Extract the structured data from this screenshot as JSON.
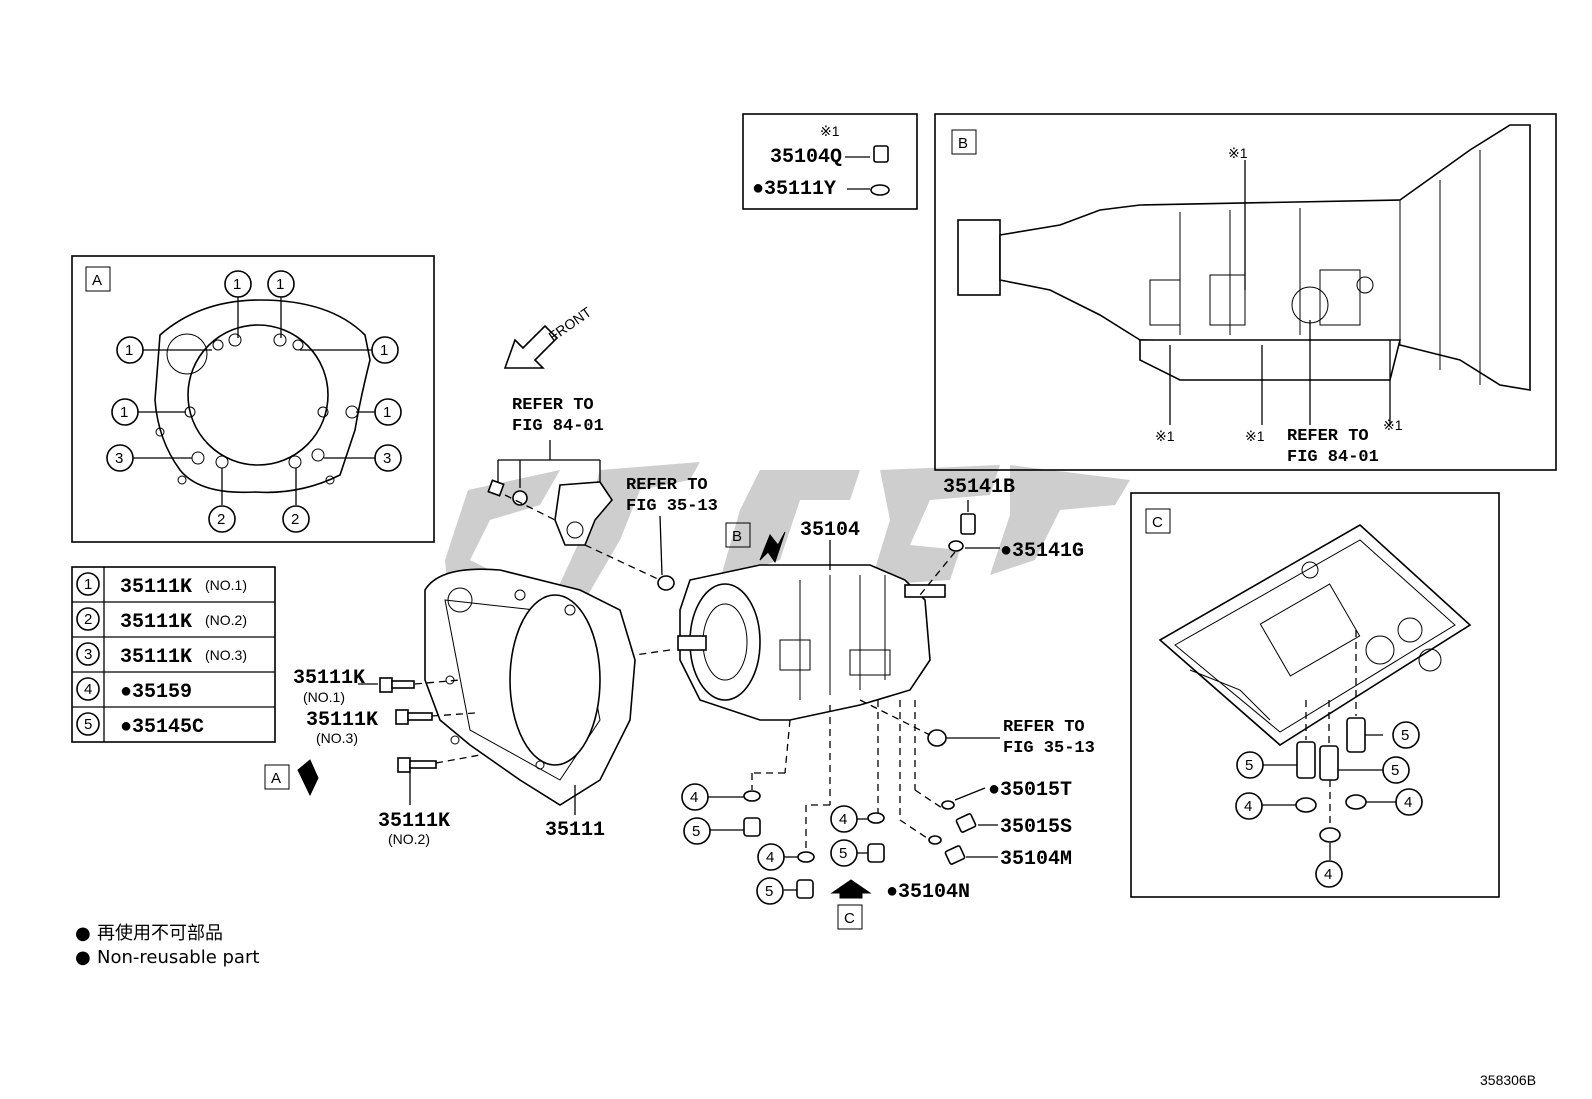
{
  "diagram_code": "358306B",
  "front_label": "FRONT",
  "legend": {
    "symbol": "●",
    "japanese": "再使用不可部品",
    "english": "Non-reusable part"
  },
  "table": {
    "rows": [
      {
        "num": "1",
        "part": "35111K",
        "note": "(NO.1)"
      },
      {
        "num": "2",
        "part": "35111K",
        "note": "(NO.2)"
      },
      {
        "num": "3",
        "part": "35111K",
        "note": "(NO.3)"
      },
      {
        "num": "4",
        "part": "●35159",
        "note": ""
      },
      {
        "num": "5",
        "part": "●35145C",
        "note": ""
      }
    ]
  },
  "box_top": {
    "mark": "※1",
    "part1": "35104Q",
    "part2": "●35111Y"
  },
  "view_labels": {
    "a": "A",
    "b": "B",
    "c": "C"
  },
  "detail_b": {
    "mark": "※1",
    "refer_line1": "REFER TO",
    "refer_line2": "FIG 84-01"
  },
  "callouts": {
    "refer_84_line1": "REFER TO",
    "refer_84_line2": "FIG 84-01",
    "refer_35_upper_line1": "REFER TO",
    "refer_35_upper_line2": "FIG 35-13",
    "refer_35_lower_line1": "REFER TO",
    "refer_35_lower_line2": "FIG 35-13",
    "p35141B": "35141B",
    "p35141G": "●35141G",
    "p35104": "35104",
    "p35111": "35111",
    "p35111K_1": "35111K",
    "p35111K_1_note": "(NO.1)",
    "p35111K_3": "35111K",
    "p35111K_3_note": "(NO.3)",
    "p35111K_2": "35111K",
    "p35111K_2_note": "(NO.2)",
    "p35015T": "●35015T",
    "p35015S": "35015S",
    "p35104M": "35104M",
    "p35104N": "●35104N"
  },
  "circle_numbers": {
    "n1": "1",
    "n2": "2",
    "n3": "3",
    "n4": "4",
    "n5": "5"
  }
}
